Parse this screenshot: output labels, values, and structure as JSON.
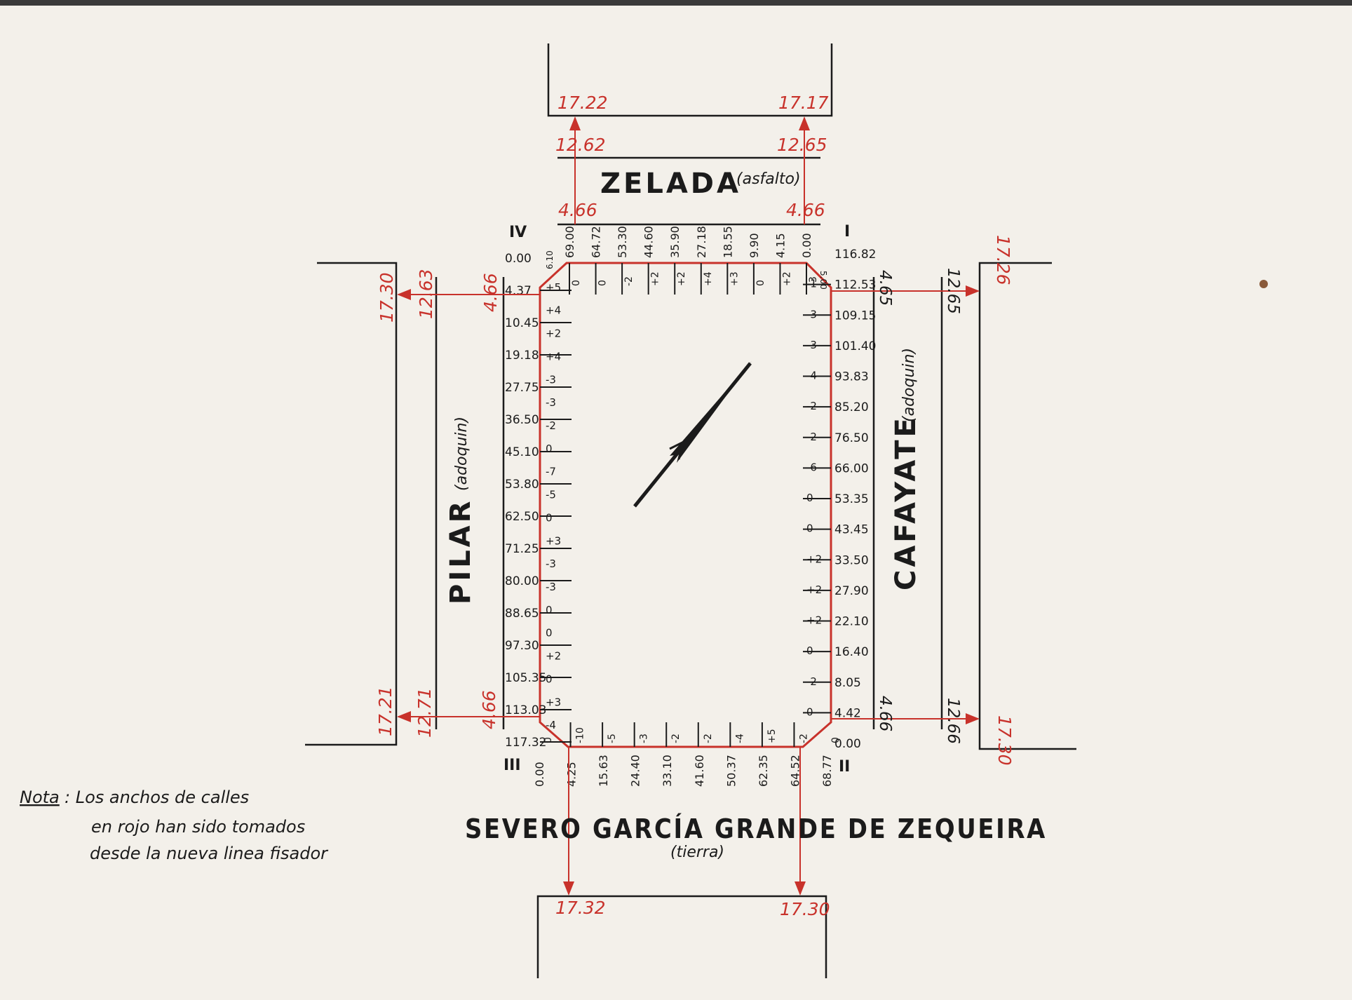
{
  "colors": {
    "ink": "#1b1b1b",
    "red": "#c8322b",
    "paper": "#f3f0ea"
  },
  "streets": {
    "top": {
      "name": "ZELADA",
      "surface": "(asfalto)"
    },
    "left": {
      "name": "PILAR",
      "surface": "(adoquin)"
    },
    "right": {
      "name": "CAFAYATE",
      "surface": "(adoquin)"
    },
    "bottom": {
      "name": "SEVERO GARCÍA GRANDE DE ZEQUEIRA",
      "surface": "(tierra)"
    }
  },
  "corners": {
    "I": "I",
    "II": "II",
    "III": "III",
    "IV": "IV"
  },
  "widths": {
    "top_outer_left": "17.22",
    "top_outer_right": "17.17",
    "top_mid_left": "12.62",
    "top_mid_right": "12.65",
    "top_inner_left": "4.66",
    "top_inner_right": "4.66",
    "left_outer_top": "17.30",
    "left_mid_top": "12.63",
    "left_inner_top": "4.66",
    "left_outer_bottom": "17.21",
    "left_mid_bottom": "12.71",
    "left_inner_bottom": "4.66",
    "right_inner_top": "4.65",
    "right_mid_top": "12.65",
    "right_outer_top": "17.26",
    "right_inner_bottom": "4.66",
    "right_mid_bottom": "12.66",
    "right_outer_bottom": "17.30",
    "bottom_outer_left": "17.32",
    "bottom_outer_right": "17.30"
  },
  "top_stations": [
    "69.00",
    "64.72",
    "53.30",
    "44.60",
    "35.90",
    "27.18",
    "18.55",
    "9.90",
    "4.15",
    "0.00"
  ],
  "top_levels": [
    "0",
    "0",
    "-2",
    "+2",
    "+2",
    "+4",
    "+3",
    "0",
    "+2",
    "-3"
  ],
  "top_corner_small": [
    "6.10",
    "5.00"
  ],
  "left_stations": [
    "0.00",
    "4.37",
    "10.45",
    "19.18",
    "27.75",
    "36.50",
    "45.10",
    "53.80",
    "62.50",
    "71.25",
    "80.00",
    "88.65",
    "97.30",
    "105.35",
    "113.03",
    "117.32"
  ],
  "left_levels": [
    "+5",
    "+4",
    "+2",
    "+4",
    "-3",
    "-3",
    "-2",
    "0",
    "-7",
    "-5",
    "0",
    "+3",
    "-3",
    "-3",
    "0",
    "0",
    "+2",
    "0",
    "+3",
    "-4"
  ],
  "right_stations": [
    "116.82",
    "112.53",
    "109.15",
    "101.40",
    "93.83",
    "85.20",
    "76.50",
    "66.00",
    "53.35",
    "43.45",
    "33.50",
    "27.90",
    "22.10",
    "16.40",
    "8.05",
    "4.42",
    "0.00"
  ],
  "right_levels": [
    "-1",
    "-3",
    "-3",
    "-4",
    "-2",
    "-2",
    "-6",
    "0",
    "0",
    "+2",
    "+2",
    "+2",
    "0",
    "-2",
    "0"
  ],
  "bottom_stations": [
    "0.00",
    "4.25",
    "15.63",
    "24.40",
    "33.10",
    "41.60",
    "50.37",
    "62.35",
    "64.52",
    "68.77"
  ],
  "bottom_levels": [
    "0",
    "-10",
    "-5",
    "-3",
    "-2",
    "-2",
    "-4",
    "+5",
    "-2",
    "0"
  ],
  "note": {
    "label": "Nota",
    "line1": ": Los anchos de calles",
    "line2": "en rojo han sido tomados",
    "line3": "desde la nueva linea fisador"
  }
}
